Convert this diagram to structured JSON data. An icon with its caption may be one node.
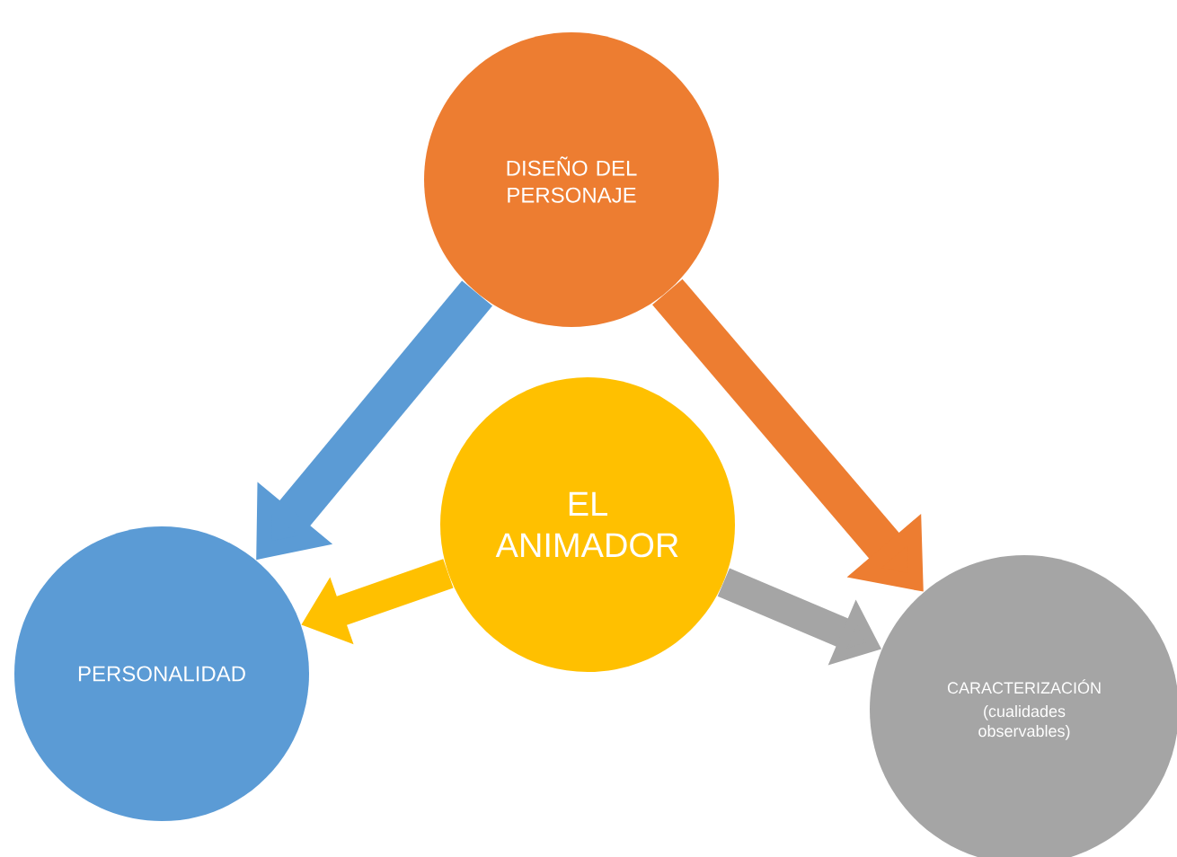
{
  "diagram": {
    "nodes": [
      {
        "text": [
          "DISEÑO DEL PERSONAJE"
        ]
      },
      {
        "text": [
          "EL ANIMADOR"
        ]
      },
      {
        "text": [
          "PERSONALIDAD"
        ]
      },
      {
        "text": [
          "CARACTERIZACIÓN",
          "(cualidades observables)"
        ]
      }
    ],
    "edges": [
      {
        "from": 0,
        "to": 2,
        "arrow": "to",
        "color": "#5b9bd5"
      },
      {
        "from": 0,
        "to": 3,
        "arrow": "to",
        "color": "#ed7d31"
      },
      {
        "from": 1,
        "to": 2,
        "arrow": "to",
        "color": "#ffc000"
      },
      {
        "from": 1,
        "to": 3,
        "arrow": "to",
        "color": "#a5a5a5"
      }
    ]
  }
}
